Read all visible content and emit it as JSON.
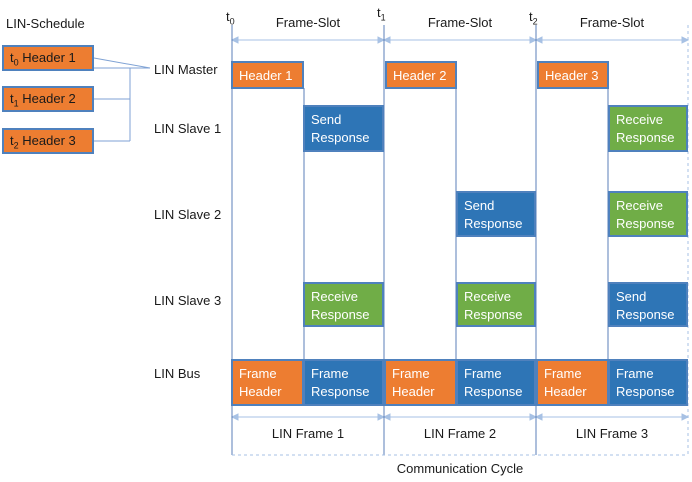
{
  "schedule": {
    "title": "LIN-Schedule",
    "items": [
      {
        "t": "t",
        "sub": "0",
        "label": "Header 1"
      },
      {
        "t": "t",
        "sub": "1",
        "label": "Header 2"
      },
      {
        "t": "t",
        "sub": "2",
        "label": "Header 3"
      }
    ]
  },
  "ticks": [
    {
      "t": "t",
      "sub": "0"
    },
    {
      "t": "t",
      "sub": "1"
    },
    {
      "t": "t",
      "sub": "2"
    }
  ],
  "frame_slot_label": "Frame-Slot",
  "rows": {
    "master": "LIN Master",
    "slave1": "LIN Slave 1",
    "slave2": "LIN Slave 2",
    "slave3": "LIN Slave 3",
    "bus": "LIN Bus"
  },
  "master_headers": [
    "Header 1",
    "Header 2",
    "Header 3"
  ],
  "slot1": {
    "slave1": [
      "Send",
      "Response"
    ],
    "slave3": [
      "Receive",
      "Response"
    ]
  },
  "slot2": {
    "slave2": [
      "Send",
      "Response"
    ],
    "slave3": [
      "Receive",
      "Response"
    ]
  },
  "slot3": {
    "slave1": [
      "Receive",
      "Response"
    ],
    "slave2": [
      "Receive",
      "Response"
    ],
    "slave3": [
      "Send",
      "Response"
    ]
  },
  "bus": {
    "header": [
      "Frame",
      "Header"
    ],
    "response": [
      "Frame",
      "Response"
    ]
  },
  "lin_frames": [
    "LIN Frame 1",
    "LIN Frame 2",
    "LIN Frame 3"
  ],
  "cycle_label": "Communication Cycle",
  "colors": {
    "header": "#ed7d31",
    "send": "#2e75b6",
    "receive": "#70ad47",
    "border": "#4f81bd"
  }
}
